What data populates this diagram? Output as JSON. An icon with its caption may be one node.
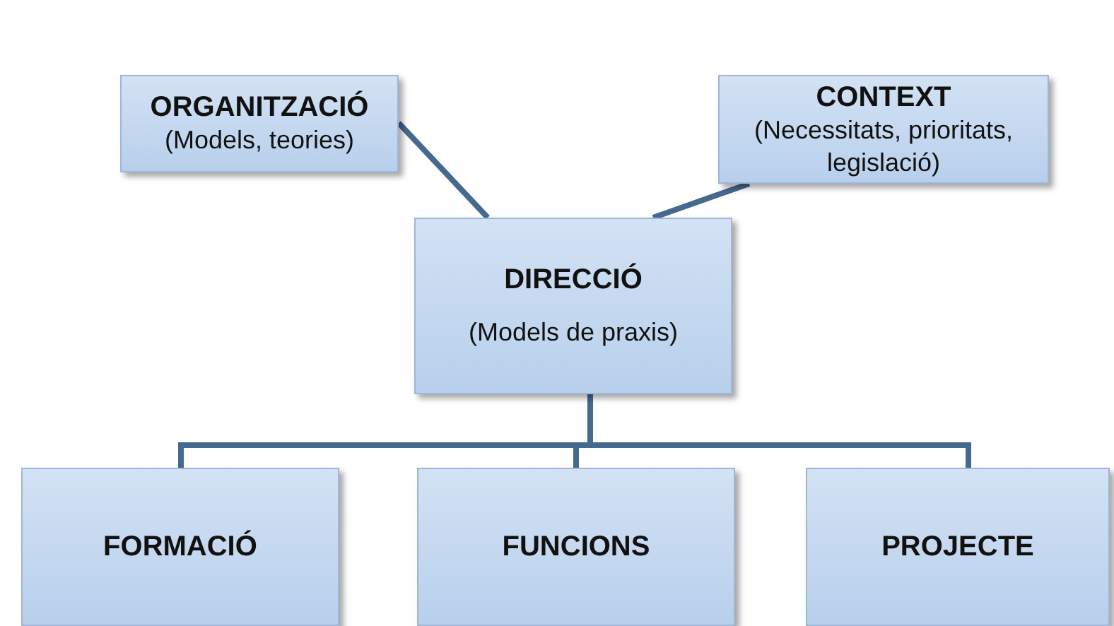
{
  "diagram": {
    "nodes": [
      {
        "text": [
          "ORGANITZACIÓ",
          "(Models, teories)"
        ]
      },
      {
        "text": [
          "CONTEXT",
          "(Necessitats, prioritats, legislació)"
        ]
      },
      {
        "text": [
          "DIRECCIÓ",
          "(Models de praxis)"
        ]
      },
      {
        "text": [
          "FORMACIÓ"
        ]
      },
      {
        "text": [
          "FUNCIONS"
        ]
      },
      {
        "text": [
          "PROJECTE"
        ]
      }
    ],
    "edges": [
      {
        "from": 0,
        "to": 2,
        "arrow": "none"
      },
      {
        "from": 1,
        "to": 2,
        "arrow": "none"
      },
      {
        "from": 2,
        "to": 3,
        "arrow": "none"
      },
      {
        "from": 2,
        "to": 4,
        "arrow": "none"
      },
      {
        "from": 2,
        "to": 5,
        "arrow": "none"
      }
    ]
  }
}
